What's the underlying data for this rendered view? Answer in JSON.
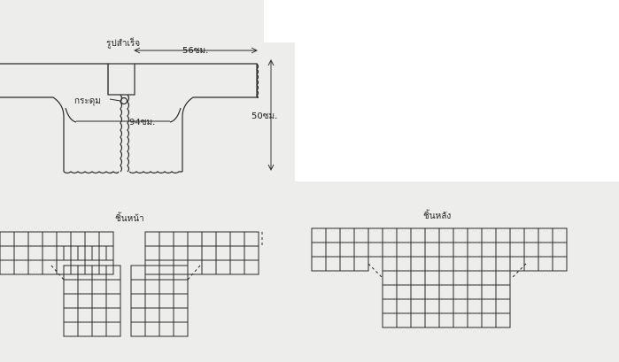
{
  "finished": {
    "title": "รูปสำเร็จ",
    "sleeve_width": "56ซม.",
    "button_label": "กระดุม",
    "body_width": "94ซม.",
    "length": "50ซม."
  },
  "front": {
    "title": "ชิ้นหน้า"
  },
  "back": {
    "title": "ชิ้นหลัง"
  },
  "colors": {
    "paper": "#ededeb",
    "ink": "#2a2a2a"
  }
}
